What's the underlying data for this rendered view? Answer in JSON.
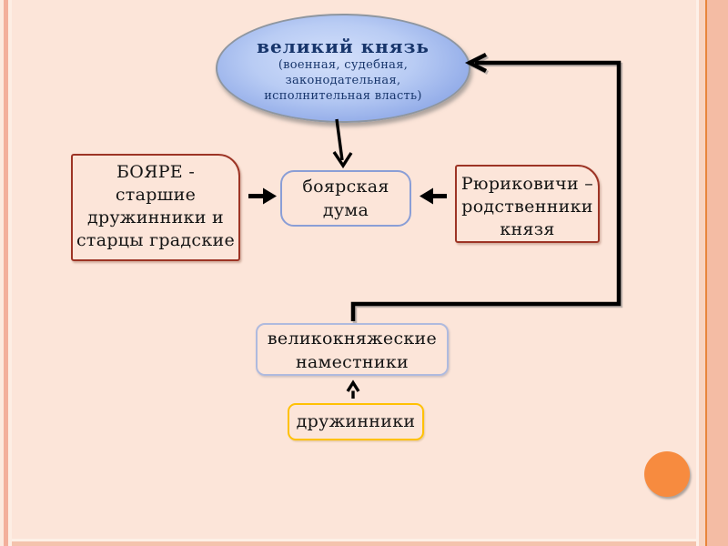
{
  "diagram": {
    "grand_prince": {
      "title": "великий князь",
      "powers": [
        "(военная, судебная,",
        "законодательная,",
        "исполнительная власть)"
      ]
    },
    "boyars": {
      "lines": [
        "БОЯРЕ -",
        "старшие",
        "дружинники и",
        "старцы градские"
      ]
    },
    "boyar_duma": {
      "lines": [
        "боярская",
        "дума"
      ]
    },
    "rurikids": {
      "lines": [
        "Рюриковичи –",
        "родственники",
        "князя"
      ]
    },
    "namestniki": {
      "lines": [
        "великокняжеские",
        "наместники"
      ]
    },
    "druzhinniki": {
      "label": "дружинники"
    },
    "connectors": [
      {
        "from": "grand_prince",
        "to": "boyar_duma",
        "style": "thin-arrow-down"
      },
      {
        "from": "boyars",
        "to": "boyar_duma",
        "style": "thick-arrow-right"
      },
      {
        "from": "rurikids",
        "to": "boyar_duma",
        "style": "thick-arrow-left"
      },
      {
        "from": "namestniki",
        "to": "grand_prince",
        "style": "thick-elbow-arrow"
      },
      {
        "from": "druzhinniki",
        "to": "namestniki",
        "style": "thin-arrow-up"
      }
    ]
  },
  "colors": {
    "background": "#fce5d9",
    "frame_stripe_left": "#f3b09c",
    "frame_stripe_right": "#f4bca4",
    "frame_orange_line": "#e8853c",
    "ellipse_fill_light": "#d4e0fb",
    "ellipse_fill_dark": "#7e99e0",
    "ellipse_border": "#8e96a0",
    "ellipse_text": "#17356b",
    "dark_red_border": "#9d3425",
    "duma_blue_border": "#8a9ed6",
    "namestniki_border": "#afbade",
    "gold_border": "#ffc103",
    "arrow_black": "#000000",
    "orange_circle": "#f78b3f",
    "box_text": "#141414"
  }
}
